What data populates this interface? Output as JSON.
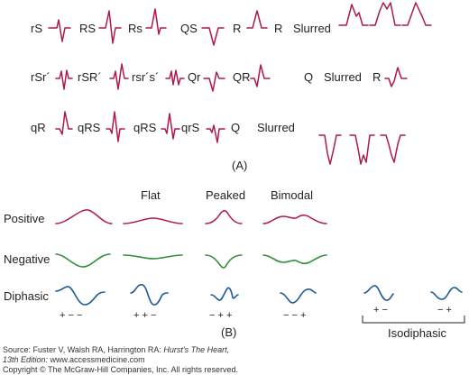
{
  "panel_a": {
    "row1": [
      "rS",
      "RS",
      "Rs",
      "QS",
      "R",
      "R",
      "Slurred"
    ],
    "row2": [
      "rSr´",
      "rSR´",
      "rsr´s´",
      "Qr",
      "QR",
      "Q",
      "Slurred",
      "R"
    ],
    "row3": [
      "qR",
      "qRS",
      "qRS",
      "qrS",
      "Q",
      "Slurred"
    ],
    "caption": "(A)"
  },
  "panel_b": {
    "columns": [
      "Flat",
      "Peaked",
      "Bimodal"
    ],
    "rows": [
      "Positive",
      "Negative",
      "Diphasic"
    ],
    "signs": [
      "+ − −",
      "+ + −",
      "− + +",
      "− − +",
      "+ −",
      "− +"
    ],
    "isodiphasic": "Isodiphasic",
    "caption": "(B)"
  },
  "credit": {
    "line1_prefix": "Source: Fuster V, Walsh RA, Harrington RA: ",
    "line1_title": "Hurst's The Heart,",
    "line2_title": "13th Edition:",
    "line2_suffix": " www.accessmedicine.com",
    "line3": "Copyright © The McGraw-Hill Companies, Inc. All rights reserved."
  },
  "colors": {
    "qrs": "#b0184a",
    "negative": "#2f8f3a",
    "diphasic": "#1e5a9a"
  }
}
